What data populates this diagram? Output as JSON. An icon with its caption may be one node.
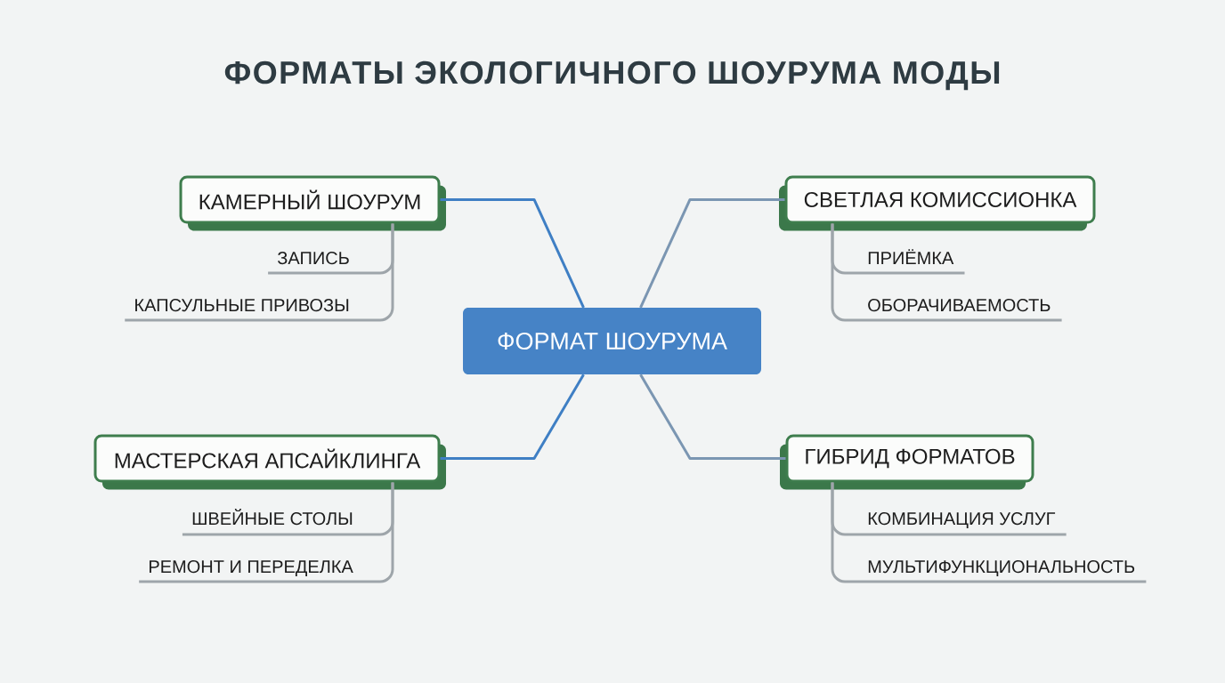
{
  "diagram": {
    "title": "ФОРМАТЫ ЭКОЛОГИЧНОГО ШОУРУМА МОДЫ",
    "nodes": [
      {
        "text": [
          "ФОРМАТ ШОУРУМА"
        ]
      },
      {
        "text": [
          "КАМЕРНЫЙ ШОУРУМ"
        ]
      },
      {
        "text": [
          "ЗАПИСЬ"
        ]
      },
      {
        "text": [
          "КАПСУЛЬНЫЕ ПРИВОЗЫ"
        ]
      },
      {
        "text": [
          "СВЕТЛАЯ КОМИССИОНКА"
        ]
      },
      {
        "text": [
          "ПРИЁМКА"
        ]
      },
      {
        "text": [
          "ОБОРАЧИВАЕМОСТЬ"
        ]
      },
      {
        "text": [
          "МАСТЕРСКАЯ АПСАЙКЛИНГА"
        ]
      },
      {
        "text": [
          "ШВЕЙНЫЕ СТОЛЫ"
        ]
      },
      {
        "text": [
          "РЕМОНТ И ПЕРЕДЕЛКА"
        ]
      },
      {
        "text": [
          "ГИБРИД ФОРМАТОВ"
        ]
      },
      {
        "text": [
          "КОМБИНАЦИЯ УСЛУГ"
        ]
      },
      {
        "text": [
          "МУЛЬТИФУНКЦИОНАЛЬНОСТЬ"
        ]
      }
    ],
    "edges": [
      {
        "from": 0,
        "to": 1,
        "arrow": "none",
        "color": "#3f7fc4"
      },
      {
        "from": 0,
        "to": 4,
        "arrow": "none",
        "color": "#7b96b2"
      },
      {
        "from": 0,
        "to": 7,
        "arrow": "none",
        "color": "#3f7fc4"
      },
      {
        "from": 0,
        "to": 10,
        "arrow": "none",
        "color": "#7b96b2"
      },
      {
        "from": 1,
        "to": 2,
        "arrow": "none"
      },
      {
        "from": 1,
        "to": 3,
        "arrow": "none"
      },
      {
        "from": 4,
        "to": 5,
        "arrow": "none"
      },
      {
        "from": 4,
        "to": 6,
        "arrow": "none"
      },
      {
        "from": 7,
        "to": 8,
        "arrow": "none"
      },
      {
        "from": 7,
        "to": 9,
        "arrow": "none"
      },
      {
        "from": 10,
        "to": 11,
        "arrow": "none"
      },
      {
        "from": 10,
        "to": 12,
        "arrow": "none"
      }
    ]
  }
}
